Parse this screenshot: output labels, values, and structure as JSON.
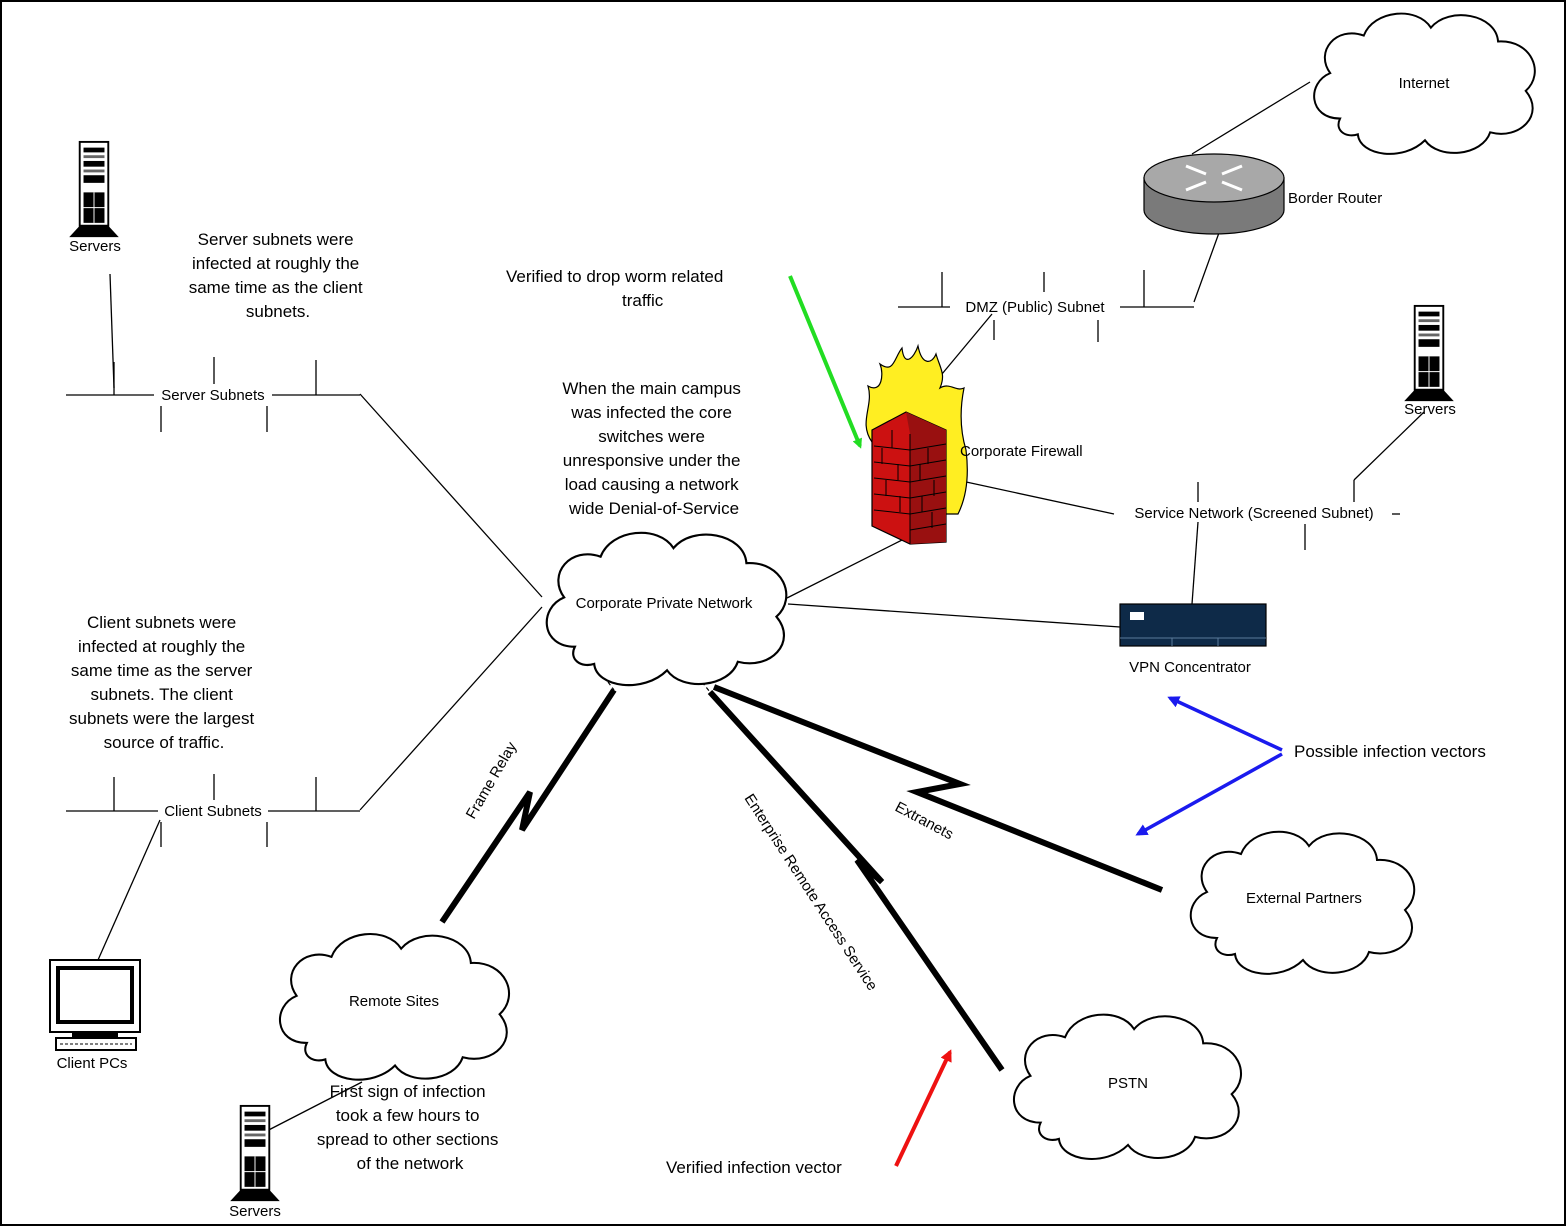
{
  "clouds": {
    "internet": "Internet",
    "corporate_private_network": "Corporate Private Network",
    "external_partners": "External Partners",
    "remote_sites": "Remote Sites",
    "pstn": "PSTN"
  },
  "devices": {
    "border_router": "Border Router",
    "corporate_firewall": "Corporate Firewall",
    "vpn_concentrator": "VPN Concentrator",
    "servers_top_left": "Servers",
    "servers_right": "Servers",
    "servers_bottom": "Servers",
    "client_pcs": "Client PCs"
  },
  "subnets": {
    "dmz": "DMZ (Public) Subnet",
    "server_subnets": "Server Subnets",
    "client_subnets": "Client Subnets",
    "service_network": "Service Network (Screened Subnet)"
  },
  "links": {
    "frame_relay": "Frame Relay",
    "enterprise_remote_access": "Enterprise Remote Access Service",
    "extranets": "Extranets"
  },
  "annotations": {
    "server_note": [
      "Server subnets were",
      "infected at roughly the",
      "same time as the client",
      "subnets."
    ],
    "client_note": [
      "Client subnets were",
      "infected at roughly the",
      "same time as the server",
      "subnets.  The client",
      "subnets were the largest",
      "source of traffic."
    ],
    "campus_note": [
      "When the main campus",
      "was infected the core",
      "switches were",
      "unresponsive under the",
      "load causing a network",
      "wide Denial-of-Service"
    ],
    "firewall_note": [
      "Verified to drop worm related",
      "traffic"
    ],
    "remote_note": [
      "First sign of infection",
      "took a few hours  to",
      "spread to other sections",
      "of the network"
    ],
    "possible_vectors": "Possible infection vectors",
    "verified_vector": "Verified infection vector"
  },
  "colors": {
    "green_arrow": "#22dd22",
    "blue_arrow": "#1a1aee",
    "red_arrow": "#ee1111",
    "router_body": "#a8a8a8",
    "firewall_brick": "#cc1111",
    "flame": "#ffee22",
    "vpn_body": "#0e2a48"
  }
}
